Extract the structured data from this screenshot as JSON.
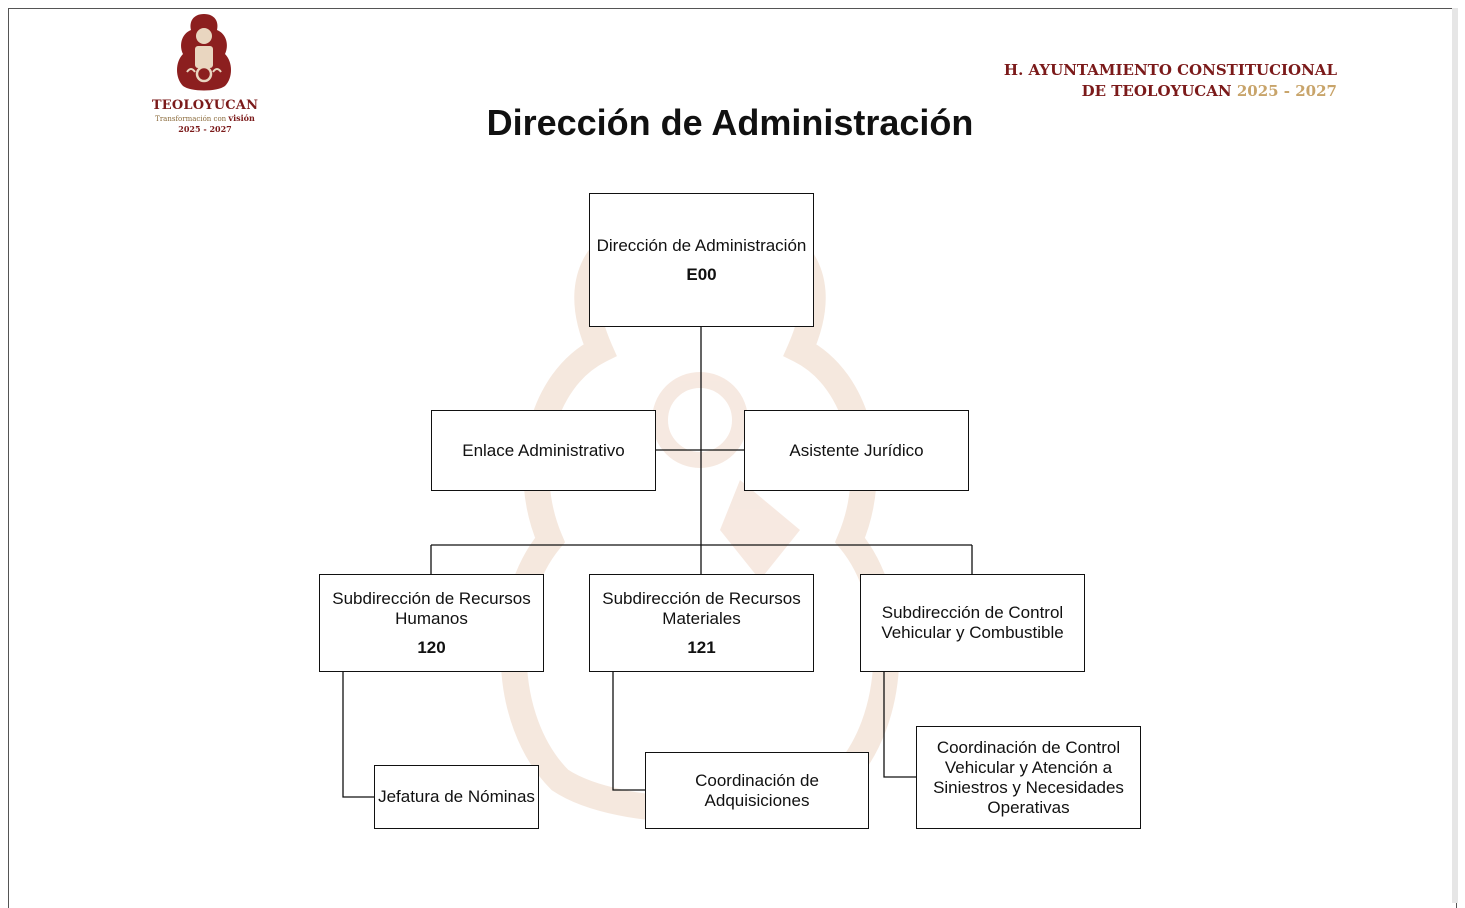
{
  "logo": {
    "name": "TEOLOYUCAN",
    "motto_prefix": "Transformación con",
    "motto_highlight": "visión",
    "years": "2025 - 2027"
  },
  "header": {
    "line1": "H. AYUNTAMIENTO CONSTITUCIONAL",
    "line2": "DE TEOLOYUCAN",
    "years": "2025 - 2027"
  },
  "title": "Dirección de Administración",
  "colors": {
    "brand": "#7b1a1a",
    "gold": "#c8a46a",
    "line": "#111111"
  },
  "org": {
    "root": {
      "label": "Dirección de Administración",
      "code": "E00"
    },
    "staff_left": {
      "label": "Enlace Administrativo"
    },
    "staff_right": {
      "label": "Asistente Jurídico"
    },
    "sub_hr": {
      "label": "Subdirección de Recursos Humanos",
      "code": "120"
    },
    "sub_rm": {
      "label": "Subdirección de Recursos Materiales",
      "code": "121"
    },
    "sub_cv": {
      "label": "Subdirección de Control Vehicular y Combustible"
    },
    "child_hr": {
      "label": "Jefatura de Nóminas"
    },
    "child_rm": {
      "label": "Coordinación de Adquisiciones"
    },
    "child_cv": {
      "label": "Coordinación de Control Vehicular y Atención a Siniestros y Necesidades Operativas"
    }
  }
}
